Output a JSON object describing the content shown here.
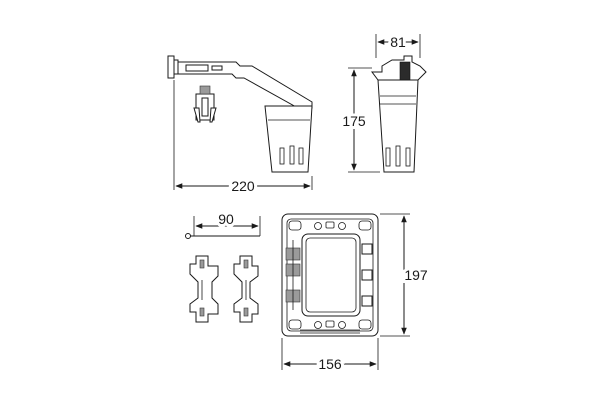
{
  "dimensions": {
    "width_top_left": "220",
    "height_top_right": "175",
    "width_top_right": "81",
    "width_bottom_left": "90",
    "width_bottom_right": "156",
    "height_bottom_right": "197"
  }
}
